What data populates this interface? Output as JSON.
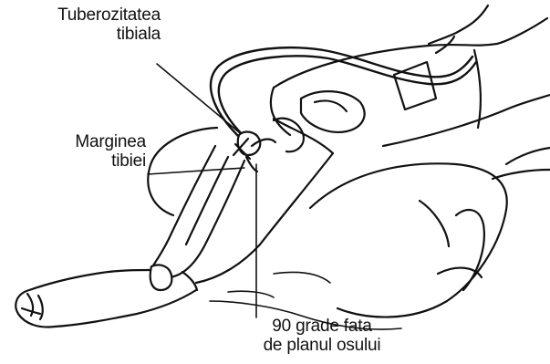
{
  "labels": {
    "tuberosity": {
      "line1": "Tuberozitatea",
      "line2": "tibiala"
    },
    "tibial_margin": {
      "line1": "Marginea",
      "line2": "tibiei"
    },
    "angle_note": {
      "line1": "90 grade fata",
      "line2": "de planul osului"
    }
  },
  "colors": {
    "ink": "#111111",
    "paper": "#ffffff"
  }
}
